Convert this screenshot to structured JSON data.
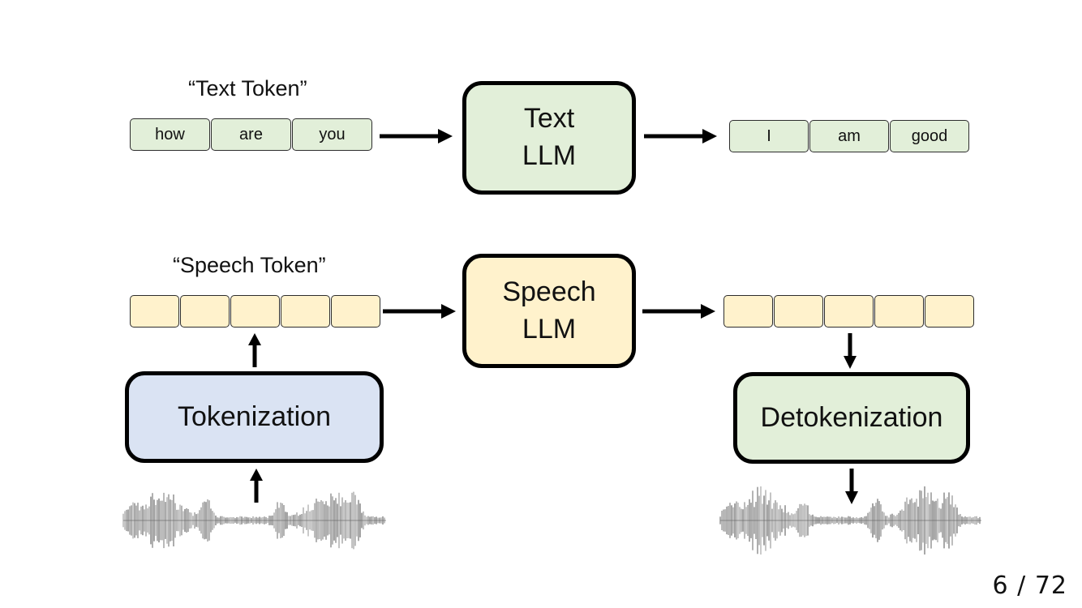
{
  "diagram": {
    "text_section": {
      "title": "“Text Token”",
      "input_tokens": [
        "how",
        "are",
        "you"
      ],
      "model_label_line1": "Text",
      "model_label_line2": "LLM",
      "output_tokens": [
        "I",
        "am",
        "good"
      ],
      "token_color": "#e2efd9"
    },
    "speech_section": {
      "title": "“Speech Token”",
      "input_token_count": 5,
      "model_label_line1": "Speech",
      "model_label_line2": "LLM",
      "output_token_count": 5,
      "token_color": "#fff2cc",
      "tokenization_label": "Tokenization",
      "detokenization_label": "Detokenization",
      "tokenization_color": "#dae3f3",
      "detokenization_color": "#e2efd9"
    }
  },
  "page_number": "6 / 72"
}
